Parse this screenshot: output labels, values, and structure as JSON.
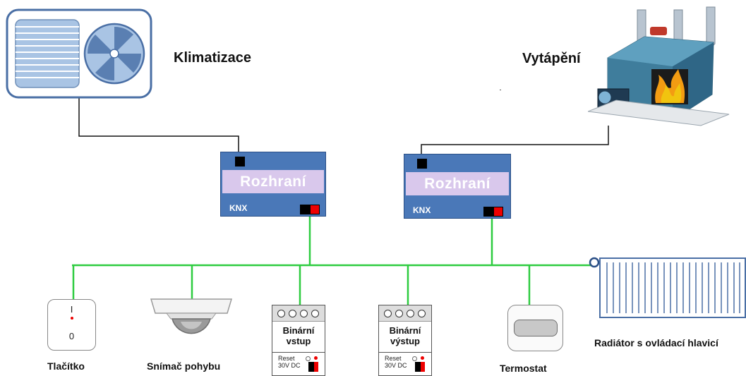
{
  "devices_top": {
    "klimatizace": "Klimatizace",
    "vytapeni": "Vytápění"
  },
  "interfaces": [
    {
      "label": "Rozhraní",
      "bus": "KNX"
    },
    {
      "label": "Rozhraní",
      "bus": "KNX"
    }
  ],
  "bus_devices": {
    "tlacitko": {
      "label": "Tlačítko",
      "mark_on": "I",
      "mark_off": "0"
    },
    "snimac": {
      "label": "Snímač pohybu"
    },
    "binarni_vstup": {
      "line1": "Binární",
      "line2": "vstup",
      "reset": "Reset",
      "voltage": "30V DC"
    },
    "binarni_vystup": {
      "line1": "Binární",
      "line2": "výstup",
      "reset": "Reset",
      "voltage": "30V DC"
    },
    "termostat": {
      "label": "Termostat"
    },
    "radiator": {
      "label": "Radiátor s ovládací hlavicí"
    }
  },
  "colors": {
    "bus_line": "#2ecc40",
    "interface_body": "#4a78b8",
    "interface_band": "#d9c8ec"
  }
}
